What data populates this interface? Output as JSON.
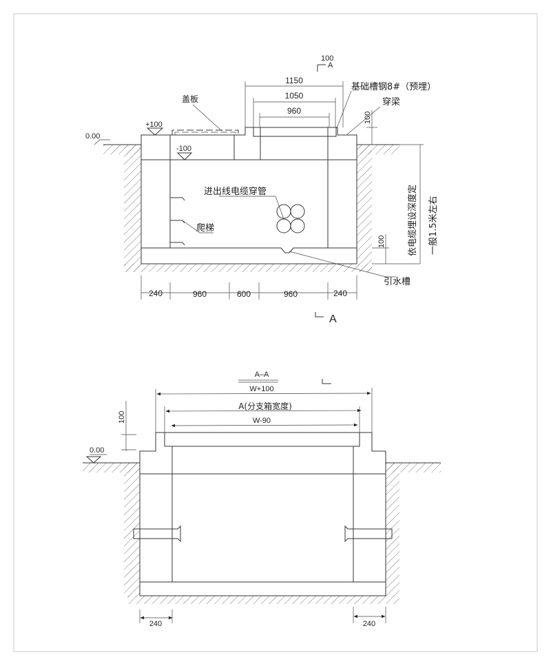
{
  "top_view": {
    "labels": {
      "cover_plate": "盖板",
      "plus_100": "+100",
      "minus_100": "-100",
      "ground_level": "0.00",
      "cable_pipe": "进出线电缆穿管",
      "ladder": "爬梯",
      "drain_groove": "引水槽",
      "channel_steel": "基础槽钢8#（预埋）",
      "beam": "穿梁",
      "depth_note": "依电缆埋设深度定",
      "depth_typical": "一般1.5米左右",
      "section_top_num": "100",
      "section_top_letter": "A",
      "section_bottom_letter": "A"
    },
    "dims_top": [
      "1150",
      "1050",
      "960"
    ],
    "dim_right_100": "100",
    "dim_base_100": "100",
    "dims_bottom": [
      "240",
      "960",
      "600",
      "960",
      "240"
    ]
  },
  "section_view": {
    "title": "A–A",
    "dims": {
      "outer": "W+100",
      "box_width": "A(分支箱宽度)",
      "inner": "W-90",
      "height_100": "100",
      "left_wall": "240",
      "right_wall": "240"
    },
    "ground_level": "0.00"
  }
}
